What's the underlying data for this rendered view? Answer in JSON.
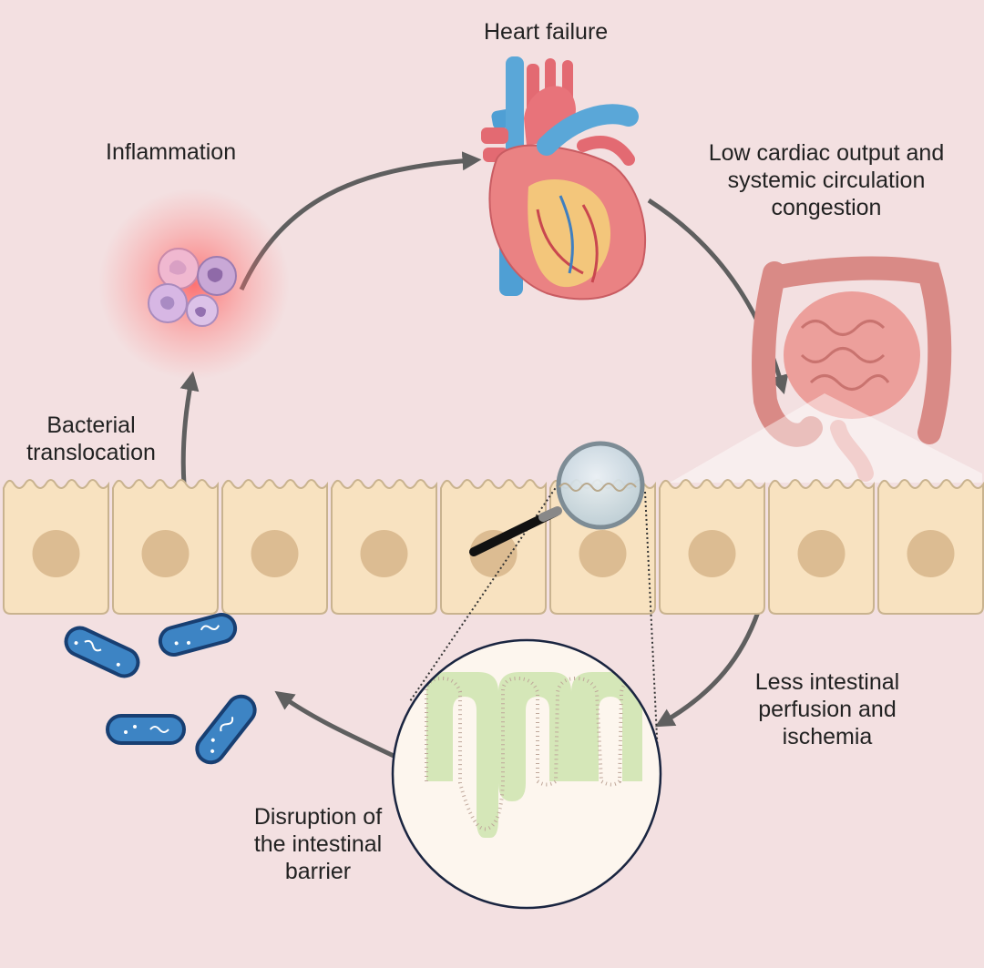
{
  "labels": {
    "heart_failure": "Heart failure",
    "inflammation": "Inflammation",
    "low_output": [
      "Low cardiac output and",
      "systemic circulation",
      "congestion"
    ],
    "bacterial_translocation": [
      "Bacterial",
      "translocation"
    ],
    "less_perfusion": [
      "Less intestinal",
      "perfusion and",
      "ischemia"
    ],
    "disruption": [
      "Disruption of",
      "the intestinal",
      "barrier"
    ]
  },
  "colors": {
    "background": "#f3e0e1",
    "arrow": "#5f5f5f",
    "cell_fill": "#f8e2c0",
    "cell_stroke": "#c9b38f",
    "nucleus": "#dcbc92",
    "bacteria_fill": "#3d84c4",
    "bacteria_stroke": "#183f72",
    "inflammation_glow": "#ff5a5a",
    "villi_fill": "#d5e7b8",
    "heart_red": "#e76a6a",
    "vessel_blue": "#5aa7d8",
    "intestine": "#e39a96"
  },
  "icons": [
    "heart-icon",
    "intestine-icon",
    "immune-cells-icon",
    "magnifier-icon",
    "bacteria-icon",
    "villi-zoom-icon"
  ]
}
